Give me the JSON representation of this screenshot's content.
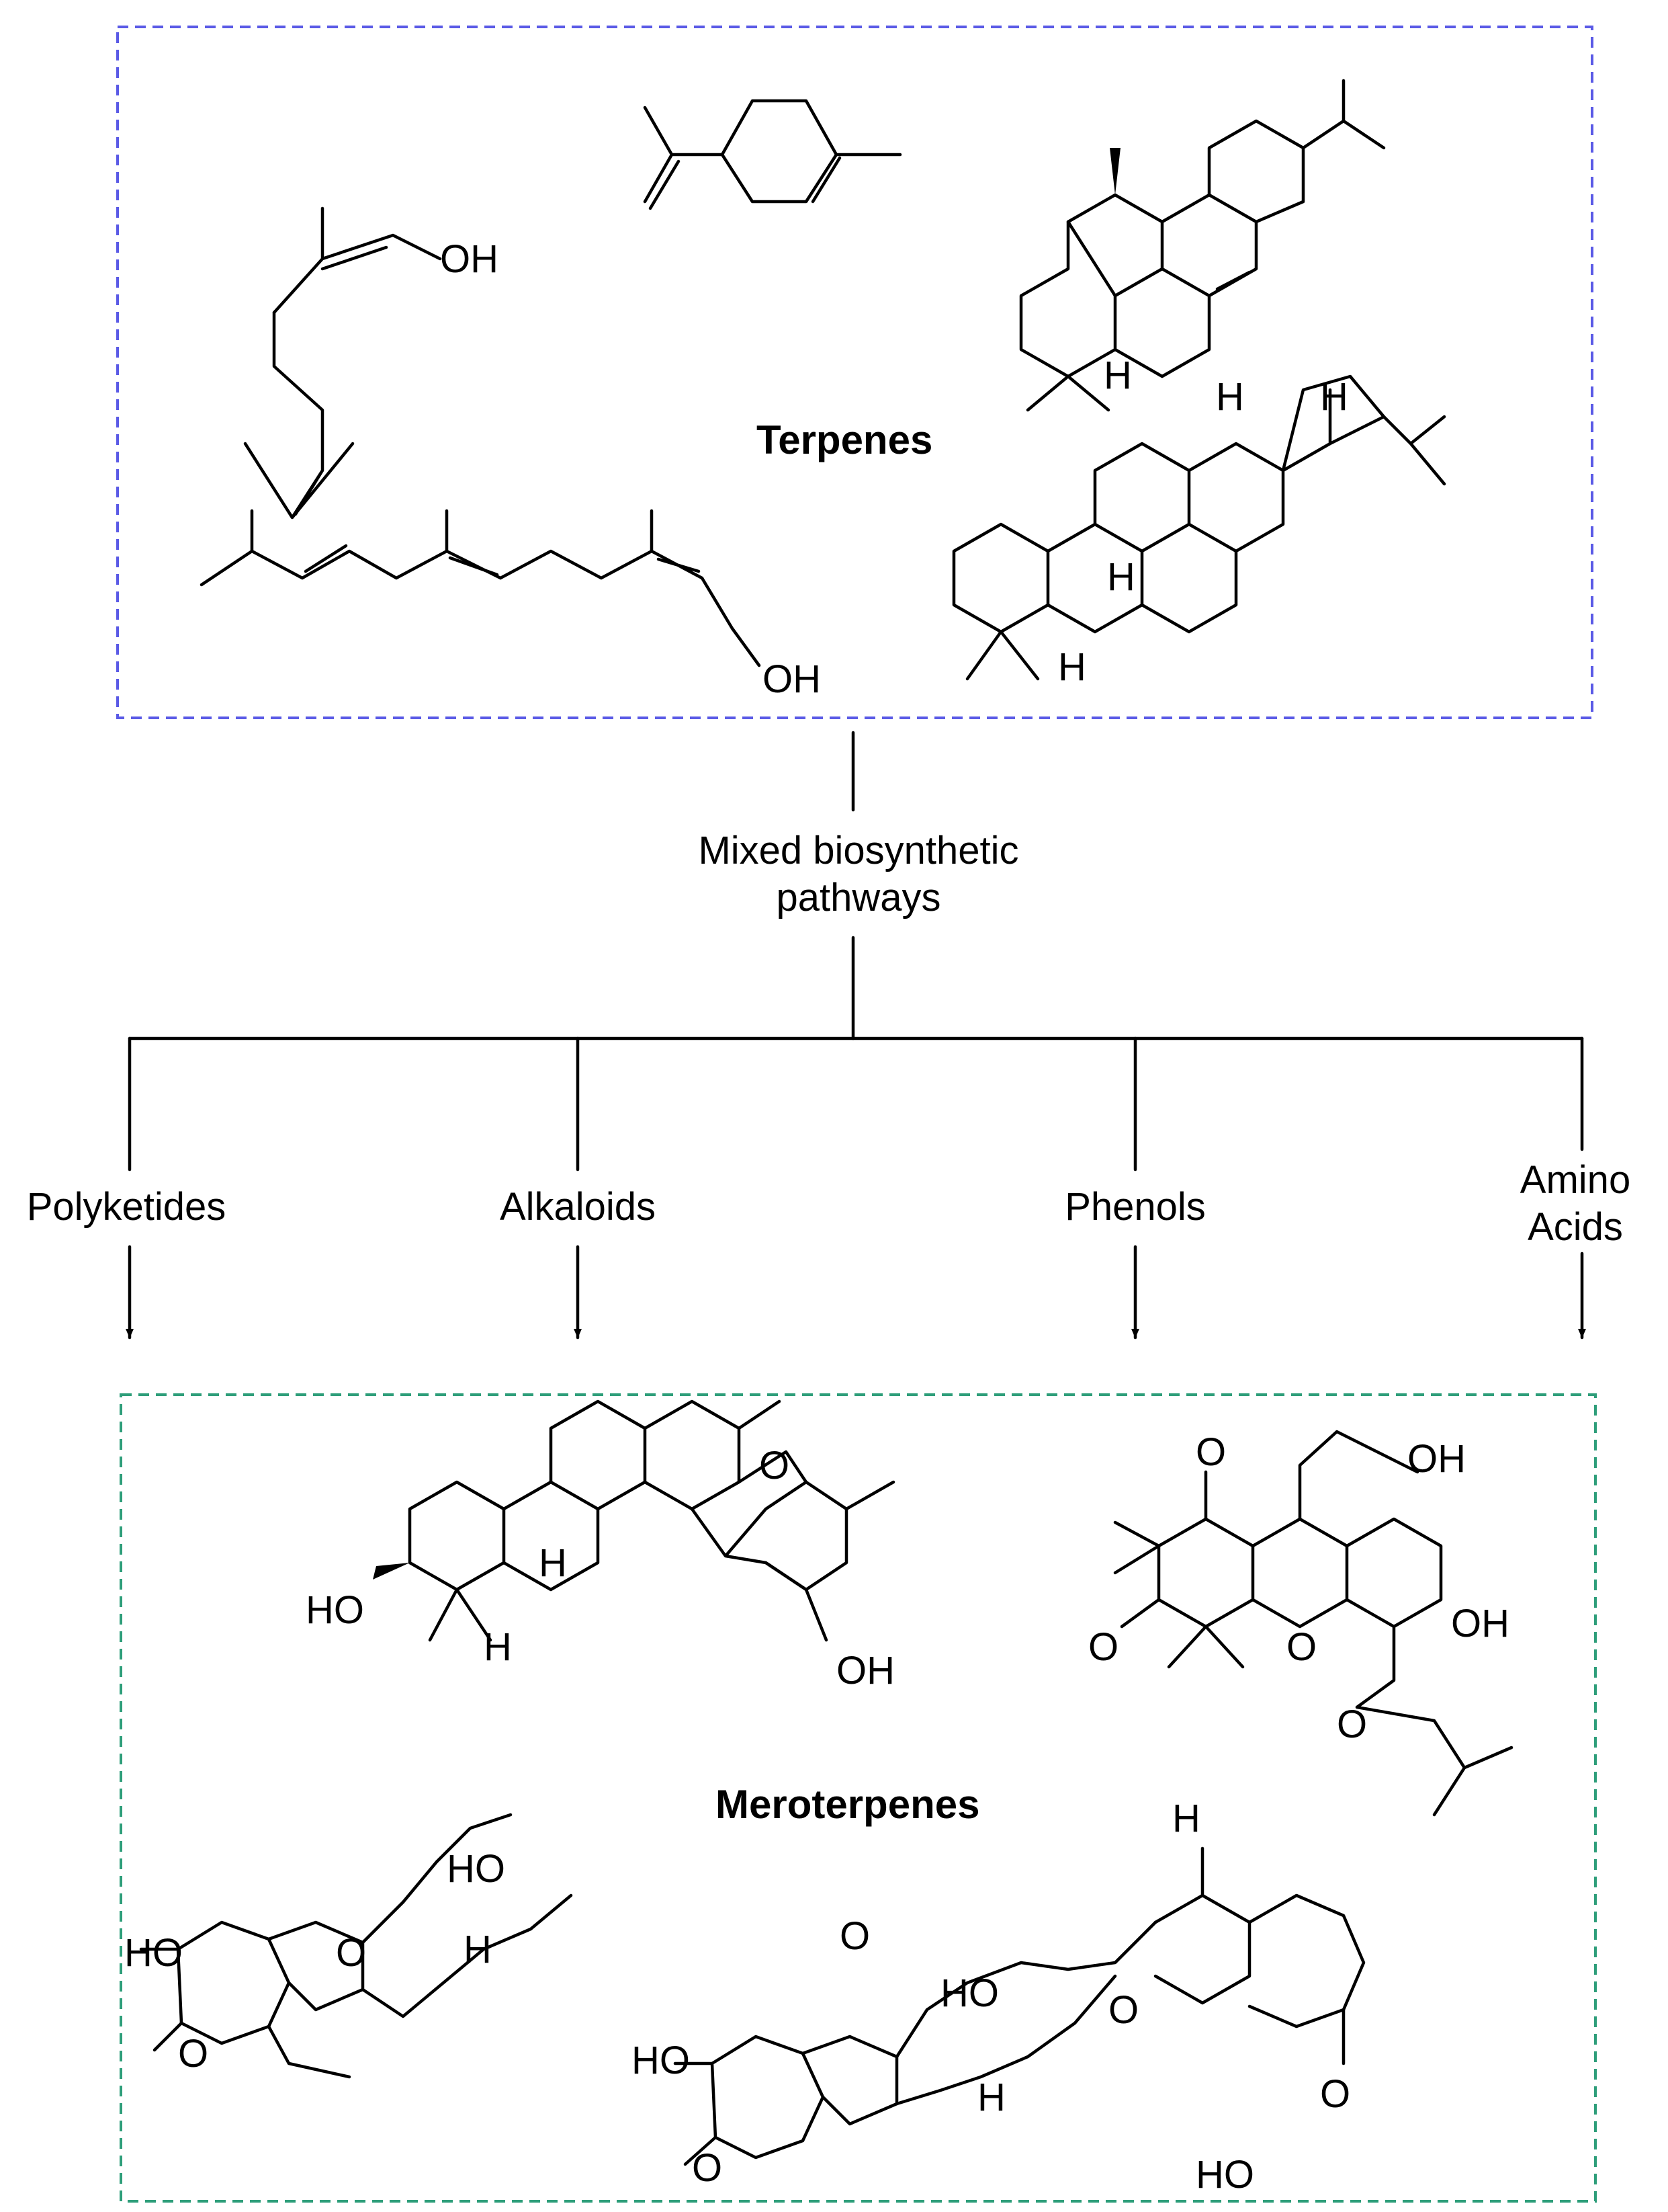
{
  "terpenes": {
    "title": "Terpenes",
    "box_color": "#5a5ae6",
    "mol1_atom": "OH",
    "mol2_atom": "OH",
    "mol3_atom": "H",
    "mol4_atom_h1": "H",
    "mol4_atom_h2": "H",
    "mol4_atom_h3": "H",
    "mol4_atom_h4": "H"
  },
  "pathway": {
    "label_line1": "Mixed biosynthetic",
    "label_line2": "pathways"
  },
  "branches": [
    {
      "label": "Polyketides"
    },
    {
      "label": "Alkaloids"
    },
    {
      "label": "Phenols"
    },
    {
      "label_line1": "Amino",
      "label_line2": "Acids"
    }
  ],
  "meroterpenes": {
    "title": "Meroterpenes",
    "box_color": "#2e9e7a",
    "steroid": {
      "o": "O",
      "ho": "HO",
      "oh": "OH",
      "h1": "H",
      "h2": "H"
    },
    "xanthene": {
      "o1": "O",
      "o2": "O",
      "o3": "O",
      "o4": "O",
      "oh1": "OH",
      "oh2": "OH"
    },
    "tropolone1": {
      "o_ring": "O",
      "ho_ring": "HO",
      "ho_top": "HO",
      "o_keto": "O",
      "h": "H"
    },
    "tropolone2": {
      "o1": "O",
      "o2": "O",
      "ho1": "HO",
      "ho2": "HO",
      "ho3": "HO",
      "o3": "O",
      "o4": "O",
      "h1": "H",
      "h2": "H"
    }
  }
}
